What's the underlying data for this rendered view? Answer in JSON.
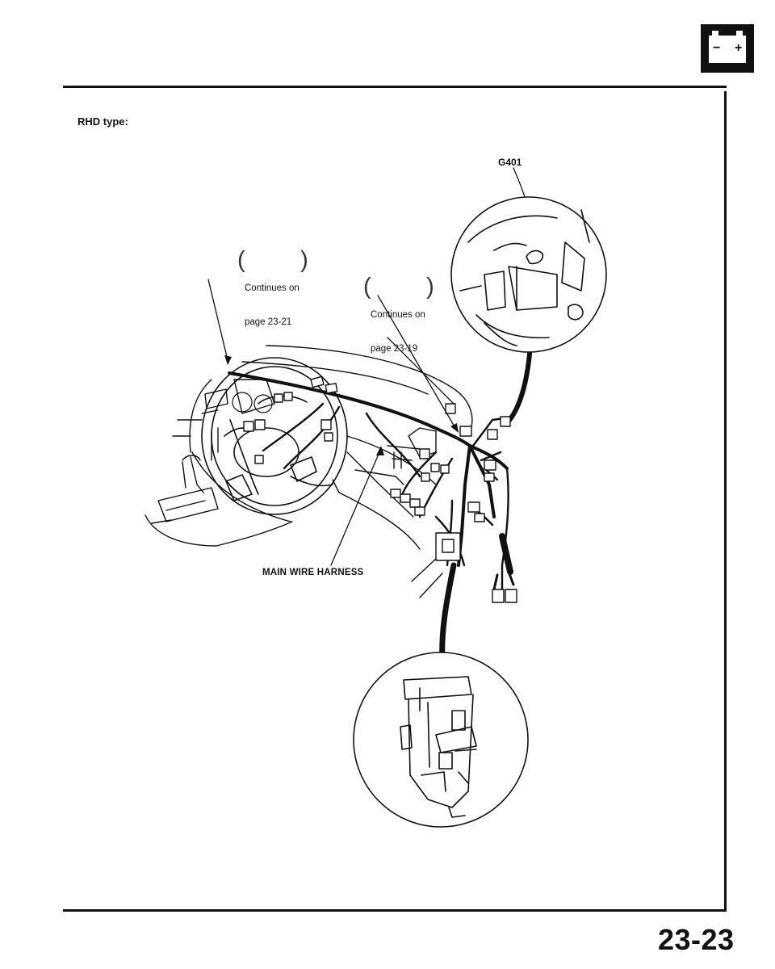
{
  "page": {
    "section_label": "RHD type:",
    "page_number": "23-23"
  },
  "battery_icon": {
    "minus": "−",
    "plus": "+"
  },
  "callouts": {
    "ground": "G401",
    "continues_left": {
      "line1": "Continues on",
      "line2": "page 23-21"
    },
    "continues_mid": {
      "line1": "Continues on",
      "line2": "page 23-19"
    },
    "harness": "MAIN WIRE HARNESS"
  },
  "colors": {
    "ink": "#111111",
    "background": "#ffffff"
  }
}
